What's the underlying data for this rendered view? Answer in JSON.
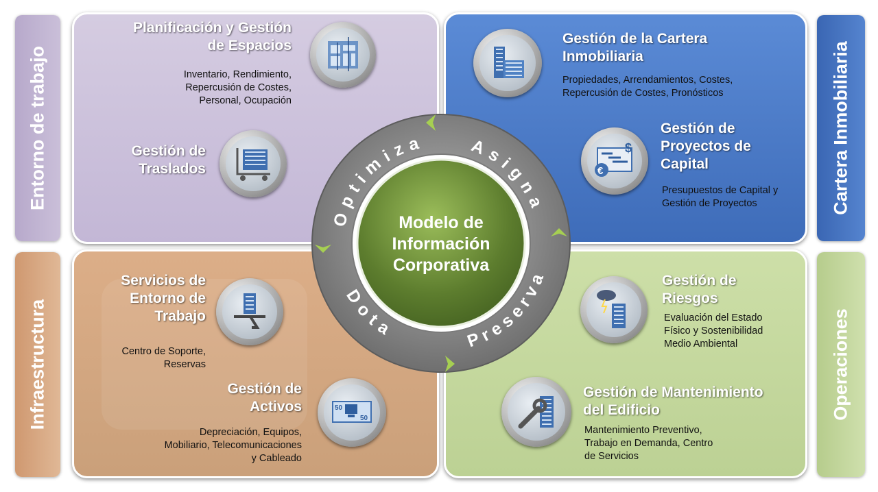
{
  "side_labels": {
    "left_top": "Entorno de trabajo",
    "left_bottom": "Infraestructura",
    "right_top": "Cartera Inmobiliaria",
    "right_bottom": "Operaciones"
  },
  "quadrants": {
    "top_left": {
      "item1": {
        "title1": "Planificación y Gestión",
        "title2": "de Espacios",
        "sub1": "Inventario, Rendimiento,",
        "sub2": "Repercusión de Costes,",
        "sub3": "Personal, Ocupación"
      },
      "item2": {
        "title1": "Gestión de",
        "title2": "Traslados"
      }
    },
    "top_right": {
      "item1": {
        "title1": "Gestión de la Cartera",
        "title2": "Inmobiliaria",
        "sub1": "Propiedades, Arrendamientos, Costes,",
        "sub2": "Repercusión de Costes, Pronósticos"
      },
      "item2": {
        "title1": "Gestión de",
        "title2": "Proyectos de",
        "title3": "Capital",
        "sub1": "Presupuestos de Capital y",
        "sub2": "Gestión de Proyectos"
      }
    },
    "bottom_left": {
      "item1": {
        "title1": "Servicios de",
        "title2": "Entorno de",
        "title3": "Trabajo",
        "sub1": "Centro de Soporte,",
        "sub2": "Reservas"
      },
      "item2": {
        "title1": "Gestión de",
        "title2": "Activos",
        "sub1": "Depreciación, Equipos,",
        "sub2": "Mobiliario, Telecomunicaciones",
        "sub3": "y Cableado"
      }
    },
    "bottom_right": {
      "item1": {
        "title1": "Gestión de",
        "title2": "Riesgos",
        "sub1": "Evaluación del Estado",
        "sub2": "Físico y Sostenibilidad",
        "sub3": "Medio Ambiental"
      },
      "item2": {
        "title1": "Gestión de Mantenimiento",
        "title2": "del Edificio",
        "sub1": "Mantenimiento Preventivo,",
        "sub2": "Trabajo en Demanda, Centro",
        "sub3": "de Servicios"
      }
    }
  },
  "center": {
    "line1": "Modelo de",
    "line2": "Información",
    "line3": "Corporativa"
  },
  "ring_words": {
    "top_left": "Optimiza",
    "top_right": "Asigna",
    "bottom_left": "Dota",
    "bottom_right": "Preserva"
  },
  "icons": {
    "space": "floor-plan-icon",
    "moves": "moving-cart-icon",
    "portfolio": "buildings-icon",
    "capital": "currency-plan-icon",
    "services": "service-tray-building-icon",
    "assets": "banknote-computer-icon",
    "risk": "storm-building-icon",
    "maintenance": "wrench-building-icon"
  },
  "colors": {
    "purple": "#cfc5dc",
    "blue": "#4a78c4",
    "brown": "#d8a57e",
    "green": "#c4d79c",
    "ring": "#8c8c8c",
    "center": "#6e8f3a",
    "arrow": "#a6cf52"
  }
}
